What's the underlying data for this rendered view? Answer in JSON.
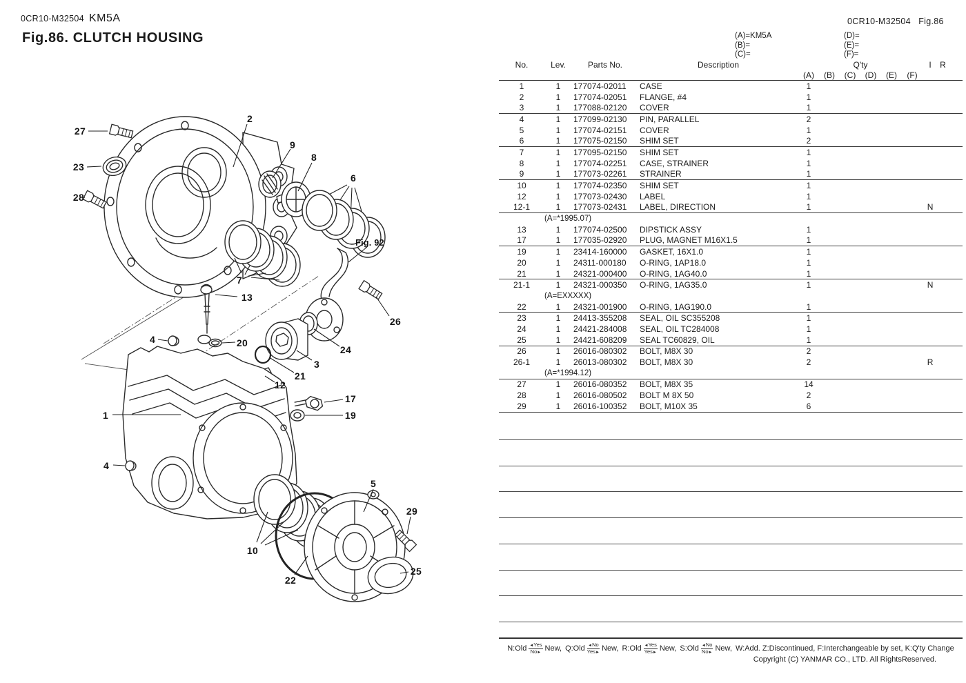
{
  "header": {
    "left_code": "0CR10-M32504",
    "left_model": "KM5A",
    "title": "Fig.86.  CLUTCH HOUSING",
    "right_code": "0CR10-M32504",
    "right_fig": "Fig.86"
  },
  "key": {
    "left": [
      {
        "label": "(A)=",
        "value": "KM5A"
      },
      {
        "label": "(B)=",
        "value": ""
      },
      {
        "label": "(C)=",
        "value": ""
      }
    ],
    "right": [
      {
        "label": "(D)=",
        "value": ""
      },
      {
        "label": "(E)=",
        "value": ""
      },
      {
        "label": "(F)=",
        "value": ""
      }
    ]
  },
  "table": {
    "headers": {
      "no": "No.",
      "lev": "Lev.",
      "parts_no": "Parts No.",
      "description": "Description",
      "qty": "Q'ty",
      "i": "I",
      "r": "R",
      "qty_cols": [
        "(A)",
        "(B)",
        "(C)",
        "(D)",
        "(E)",
        "(F)"
      ]
    },
    "rows": [
      {
        "no": "1",
        "lev": "1",
        "parts_no": "177074-02011",
        "description": "CASE",
        "qty_a": "1",
        "flag": ""
      },
      {
        "no": "2",
        "lev": "1",
        "parts_no": "177074-02051",
        "description": "FLANGE, #4",
        "qty_a": "1",
        "flag": ""
      },
      {
        "no": "3",
        "lev": "1",
        "parts_no": "177088-02120",
        "description": "COVER",
        "qty_a": "1",
        "flag": ""
      },
      {
        "no": "4",
        "lev": "1",
        "parts_no": "177099-02130",
        "description": "PIN, PARALLEL",
        "qty_a": "2",
        "flag": ""
      },
      {
        "no": "5",
        "lev": "1",
        "parts_no": "177074-02151",
        "description": "COVER",
        "qty_a": "1",
        "flag": ""
      },
      {
        "no": "6",
        "lev": "1",
        "parts_no": "177075-02150",
        "description": "SHIM SET",
        "qty_a": "2",
        "flag": ""
      },
      {
        "no": "7",
        "lev": "1",
        "parts_no": "177095-02150",
        "description": "SHIM SET",
        "qty_a": "1",
        "flag": ""
      },
      {
        "no": "8",
        "lev": "1",
        "parts_no": "177074-02251",
        "description": "CASE, STRAINER",
        "qty_a": "1",
        "flag": ""
      },
      {
        "no": "9",
        "lev": "1",
        "parts_no": "177073-02261",
        "description": "STRAINER",
        "qty_a": "1",
        "flag": ""
      },
      {
        "no": "10",
        "lev": "1",
        "parts_no": "177074-02350",
        "description": "SHIM SET",
        "qty_a": "1",
        "flag": ""
      },
      {
        "no": "12",
        "lev": "1",
        "parts_no": "177073-02430",
        "description": "LABEL",
        "qty_a": "1",
        "flag": ""
      },
      {
        "no": "12-1",
        "lev": "1",
        "parts_no": "177073-02431",
        "description": "LABEL, DIRECTION",
        "qty_a": "1",
        "flag": "N"
      },
      {
        "note": "(A=*1995.07)"
      },
      {
        "no": "13",
        "lev": "1",
        "parts_no": "177074-02500",
        "description": "DIPSTICK ASSY",
        "qty_a": "1",
        "flag": ""
      },
      {
        "no": "17",
        "lev": "1",
        "parts_no": "177035-02920",
        "description": "PLUG, MAGNET M16X1.5",
        "qty_a": "1",
        "flag": ""
      },
      {
        "no": "19",
        "lev": "1",
        "parts_no": "23414-160000",
        "description": "GASKET, 16X1.0",
        "qty_a": "1",
        "flag": ""
      },
      {
        "no": "20",
        "lev": "1",
        "parts_no": "24311-000180",
        "description": "O-RING, 1AP18.0",
        "qty_a": "1",
        "flag": ""
      },
      {
        "no": "21",
        "lev": "1",
        "parts_no": "24321-000400",
        "description": "O-RING, 1AG40.0",
        "qty_a": "1",
        "flag": ""
      },
      {
        "no": "21-1",
        "lev": "1",
        "parts_no": "24321-000350",
        "description": "O-RING, 1AG35.0",
        "qty_a": "1",
        "flag": "N"
      },
      {
        "note": "(A=EXXXXX)"
      },
      {
        "no": "22",
        "lev": "1",
        "parts_no": "24321-001900",
        "description": "O-RING, 1AG190.0",
        "qty_a": "1",
        "flag": ""
      },
      {
        "no": "23",
        "lev": "1",
        "parts_no": "24413-355208",
        "description": "SEAL, OIL SC355208",
        "qty_a": "1",
        "flag": ""
      },
      {
        "no": "24",
        "lev": "1",
        "parts_no": "24421-284008",
        "description": "SEAL, OIL TC284008",
        "qty_a": "1",
        "flag": ""
      },
      {
        "no": "25",
        "lev": "1",
        "parts_no": "24421-608209",
        "description": "SEAL TC60829, OIL",
        "qty_a": "1",
        "flag": ""
      },
      {
        "no": "26",
        "lev": "1",
        "parts_no": "26016-080302",
        "description": "BOLT, M8X 30",
        "qty_a": "2",
        "flag": ""
      },
      {
        "no": "26-1",
        "lev": "1",
        "parts_no": "26013-080302",
        "description": "BOLT, M8X 30",
        "qty_a": "2",
        "flag": "R"
      },
      {
        "note": "(A=*1994.12)"
      },
      {
        "no": "27",
        "lev": "1",
        "parts_no": "26016-080352",
        "description": "BOLT, M8X 35",
        "qty_a": "14",
        "flag": ""
      },
      {
        "no": "28",
        "lev": "1",
        "parts_no": "26016-080502",
        "description": "BOLT M 8X 50",
        "qty_a": "2",
        "flag": ""
      },
      {
        "no": "29",
        "lev": "1",
        "parts_no": "26016-100352",
        "description": "BOLT, M10X 35",
        "qty_a": "6",
        "flag": ""
      }
    ]
  },
  "diagram": {
    "callouts": [
      {
        "label": "27"
      },
      {
        "label": "23"
      },
      {
        "label": "28"
      },
      {
        "label": "2"
      },
      {
        "label": "9"
      },
      {
        "label": "8"
      },
      {
        "label": "6"
      },
      {
        "label": "7"
      },
      {
        "label": "Fig. 92"
      },
      {
        "label": "13"
      },
      {
        "label": "26"
      },
      {
        "label": "4"
      },
      {
        "label": "20"
      },
      {
        "label": "24"
      },
      {
        "label": "3"
      },
      {
        "label": "21"
      },
      {
        "label": "12"
      },
      {
        "label": "1"
      },
      {
        "label": "17"
      },
      {
        "label": "19"
      },
      {
        "label": "4"
      },
      {
        "label": "5"
      },
      {
        "label": "10"
      },
      {
        "label": "29"
      },
      {
        "label": "22"
      },
      {
        "label": "25"
      }
    ]
  },
  "footer": {
    "arrow_left": "◄",
    "arrow_right": "►",
    "pairs": [
      {
        "left": "N:Old",
        "top": "Yes",
        "bottom": "No",
        "right": "New,"
      },
      {
        "left": "Q:Old",
        "top": "No",
        "bottom": "Yes",
        "right": "New,"
      },
      {
        "left": "R:Old",
        "top": "Yes",
        "bottom": "Yes",
        "right": "New,"
      },
      {
        "left": "S:Old",
        "top": "No",
        "bottom": "No",
        "right": "New,"
      }
    ],
    "tail": "W:Add. Z:Discontinued, F:Interchangeable by set, K:Q'ty Change",
    "copyright": "Copyright (C)  YANMAR CO., LTD. All RightsReserved."
  }
}
